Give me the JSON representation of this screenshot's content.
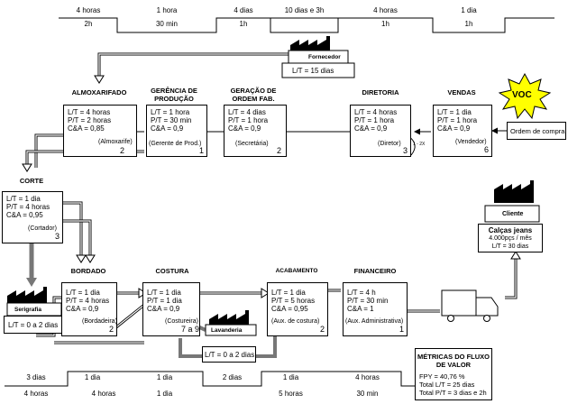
{
  "top_timeline": {
    "upper": [
      "4 horas",
      "1 hora",
      "4 dias",
      "10 dias e 3h",
      "4 horas",
      "1 dia"
    ],
    "lower": [
      "2h",
      "30 min",
      "1h",
      "",
      "1h",
      "1h"
    ]
  },
  "fornecedor": {
    "label": "Fornecedor",
    "lt": "L/T = 15 dias"
  },
  "voc": "VOC",
  "ordem_de_compra": "Ordem de compra",
  "cliente": {
    "label": "Cliente",
    "lines": [
      "Calças jeans",
      "4.000pçs / mês",
      "L/T = 30 dias"
    ]
  },
  "kanban": "1 - 2X",
  "processes": {
    "almoxarifado": {
      "title": "ALMOXARIFADO",
      "lines": [
        "L/T = 4 horas",
        "P/T = 2 horas",
        "C&A = 0,85"
      ],
      "role": "(Almoxarife)",
      "ops": "2"
    },
    "gerencia": {
      "title": "GERÊNCIA DE PRODUÇÃO",
      "lines": [
        "L/T = 1 hora",
        "P/T = 30 min",
        "C&A = 0,9"
      ],
      "role": "(Gerente de Prod.)",
      "ops": "1"
    },
    "geracao": {
      "title": "GERAÇÃO DE ORDEM FAB.",
      "lines": [
        "L/T = 4 dias",
        "P/T = 1 hora",
        "C&A = 0,9"
      ],
      "role": "(Secretária)",
      "ops": "2"
    },
    "diretoria": {
      "title": "DIRETORIA",
      "lines": [
        "L/T = 4 horas",
        "P/T = 1 hora",
        "C&A = 0,9"
      ],
      "role": "(Diretor)",
      "ops": "3"
    },
    "vendas": {
      "title": "VENDAS",
      "lines": [
        "L/T = 1 dia",
        "P/T = 1 hora",
        "C&A = 0,9"
      ],
      "role": "(Vendedor)",
      "ops": "6"
    },
    "corte": {
      "title": "CORTE",
      "lines": [
        "L/T = 1 dia",
        "P/T = 4 horas",
        "C&A = 0,95"
      ],
      "role": "(Cortador)",
      "ops": "3"
    },
    "bordado": {
      "title": "BORDADO",
      "lines": [
        "L/T = 1 dia",
        "P/T = 4 horas",
        "C&A = 0,9"
      ],
      "role": "(Bordadeira)",
      "ops": "2"
    },
    "costura": {
      "title": "COSTURA",
      "lines": [
        "L/T = 1 dia",
        "P/T = 1 dia",
        "C&A = 0,9"
      ],
      "role": "(Costureira)",
      "ops": "7 a 9"
    },
    "acabamento": {
      "title": "ACABAMENTO",
      "lines": [
        "L/T = 1 dia",
        "P/T = 5 horas",
        "C&A = 0,95"
      ],
      "role": "(Aux. de costura)",
      "ops": "2"
    },
    "financeiro": {
      "title": "FINANCEIRO",
      "lines": [
        "L/T = 4 h",
        "P/T = 30 min",
        "C&A = 1"
      ],
      "role": "(Aux. Administrativa)",
      "ops": "1"
    }
  },
  "serigrafia": {
    "label": "Serigrafia",
    "lt": "L/T = 0 a 2 dias"
  },
  "lavanderia": {
    "label": "Lavanderia",
    "lt": "L/T = 0 a 2 dias"
  },
  "bottom_timeline": {
    "upper": [
      "3 dias",
      "1 dia",
      "1 dia",
      "2 dias",
      "1 dia",
      "4 horas"
    ],
    "lower": [
      "4 horas",
      "4 horas",
      "1 dia",
      "",
      "5 horas",
      "30 min"
    ]
  },
  "metricas": {
    "title": "MÉTRICAS DO FLUXO DE VALOR",
    "lines": [
      "FPY = 40,76 %",
      "Total L/T =  25 dias",
      "Total P/T = 3 dias e 2h"
    ]
  }
}
